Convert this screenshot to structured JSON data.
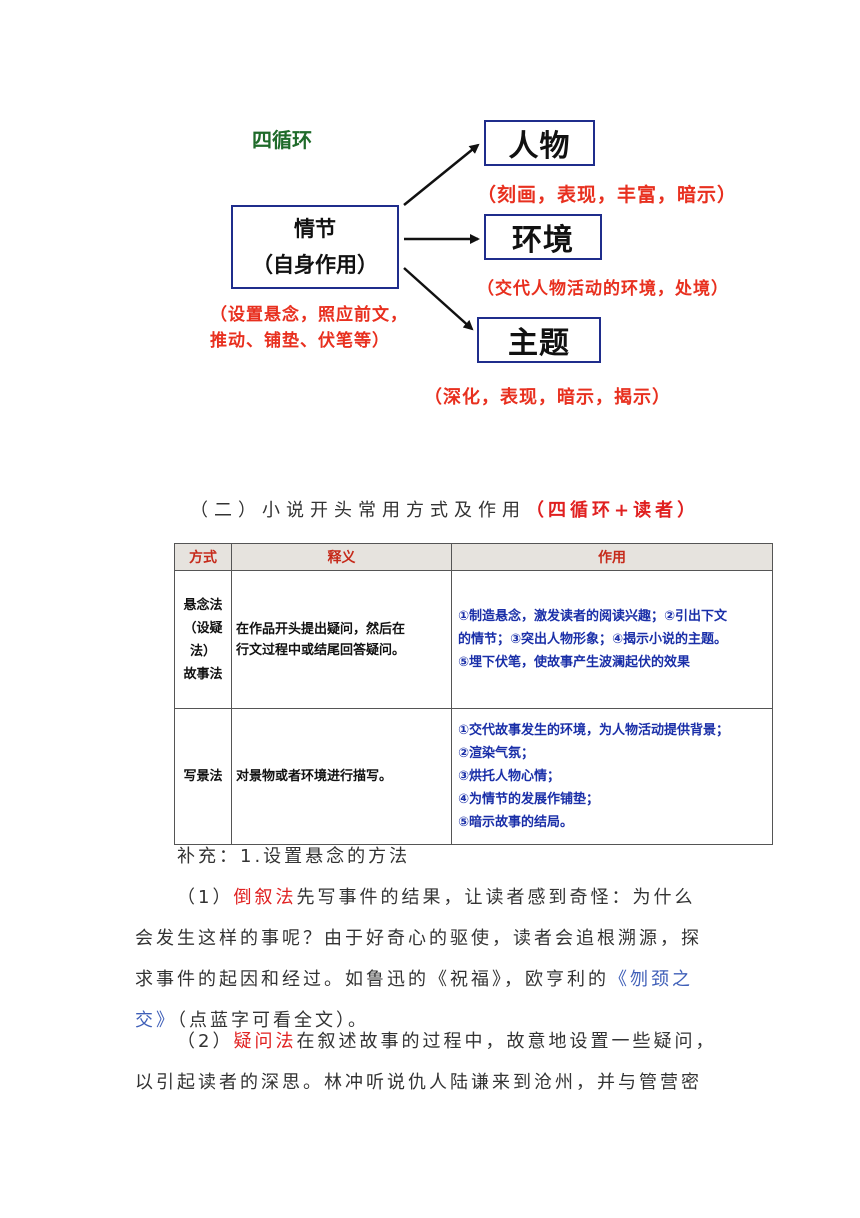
{
  "diagram": {
    "title": "四循环",
    "center_box": {
      "line1": "情节",
      "line2": "（自身作用）"
    },
    "center_note": {
      "line1": "（设置悬念，照应前文，",
      "line2": "推动、铺垫、伏笔等）"
    },
    "targets": [
      {
        "label": "人物",
        "note": "（刻画，表现，丰富，暗示）"
      },
      {
        "label": "环境",
        "note": "（交代人物活动的环境，处境）"
      },
      {
        "label": "主题",
        "note": "（深化，表现，暗示，揭示）"
      }
    ]
  },
  "section": {
    "heading": "（二）小说开头常用方式及作用",
    "heading_red": "（四循环+读者）"
  },
  "table": {
    "headers": [
      "方式",
      "释义",
      "作用"
    ],
    "rows": [
      {
        "method_lines": [
          "悬念法",
          "（设疑",
          "法）",
          "故事法"
        ],
        "meaning_lines": [
          "在作品开头提出疑问，然后在",
          "行文过程中或结尾回答疑问。"
        ],
        "effect_lines": [
          "①制造悬念，激发读者的阅读兴趣；②引出下文",
          "的情节；③突出人物形象；④揭示小说的主题。",
          "⑤埋下伏笔，使故事产生波澜起伏的效果"
        ]
      },
      {
        "method_lines": [
          "写景法"
        ],
        "meaning_lines": [
          "对景物或者环境进行描写。"
        ],
        "effect_lines": [
          "①交代故事发生的环境，为人物活动提供背景；",
          "②渲染气氛；",
          "③烘托人物心情；",
          "④为情节的发展作铺垫；",
          "⑤暗示故事的结局。"
        ]
      }
    ]
  },
  "supplement": {
    "title": "补充：1.设置悬念的方法",
    "p1_num": "（1）",
    "p1_term": "倒叙法",
    "p1_line1_rest": "先写事件的结果，让读者感到奇怪：为什么",
    "p1_line2": "会发生这样的事呢？由于好奇心的驱使，读者会追根溯源，探",
    "p1_line3a": "求事件的起因和经过。如鲁迅的《祝福》，欧亨利的",
    "p1_link_a": "《刎颈之",
    "p1_link_b": "交》",
    "p1_line4_rest": "（点蓝字可看全文）。",
    "p2_num": "（2）",
    "p2_term": "疑问法",
    "p2_line1_rest": "在叙述故事的过程中，故意地设置一些疑问，",
    "p2_line2": "以引起读者的深思。林冲听说仇人陆谦来到沧州，并与管营密"
  },
  "colors": {
    "accent_red": "#e8301f",
    "box_border": "#1f2d8c",
    "title_green": "#1f6b2a",
    "link_blue": "#3f5fb8"
  }
}
